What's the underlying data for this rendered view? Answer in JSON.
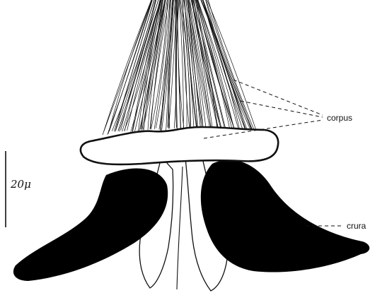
{
  "labels": {
    "corpus": "corpus",
    "crura": "crura",
    "scale": "20μ"
  },
  "colors": {
    "ink": "#111111",
    "background": "#ffffff"
  }
}
